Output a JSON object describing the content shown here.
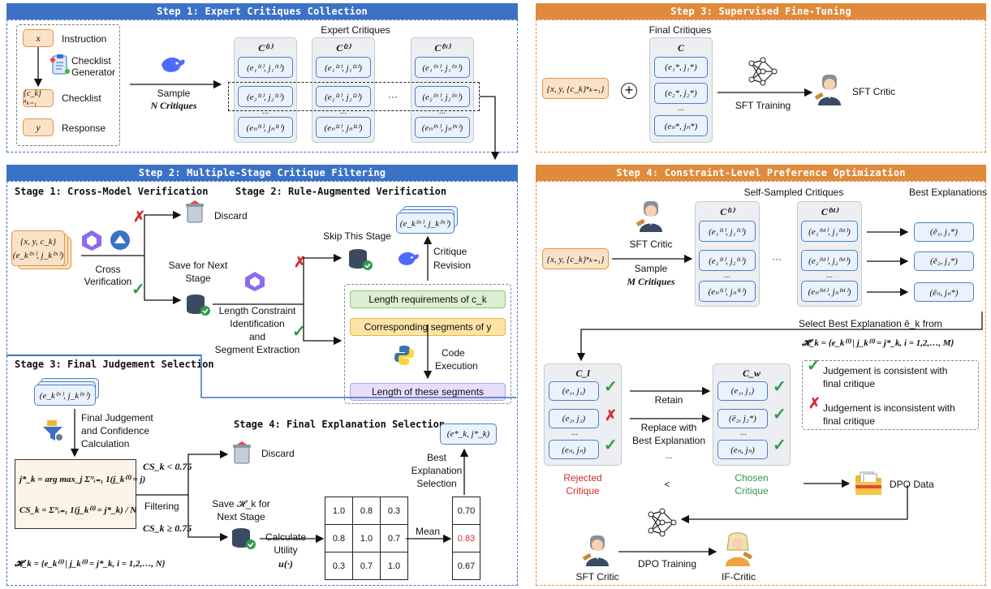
{
  "step1": {
    "header": "Step 1: Expert Critiques Collection",
    "x": "x",
    "instruction": "Instruction",
    "checklist_gen_1": "Checklist",
    "checklist_gen_2": "Generator",
    "ck": "{c_k}ⁿₖ₌₁",
    "checklist": "Checklist",
    "y": "y",
    "response": "Response",
    "sample_1": "Sample",
    "sample_2": "N Critiques",
    "expert": "Expert Critiques",
    "cols": [
      {
        "head": "C⁽¹⁾",
        "r1": "(e₁⁽¹⁾, j₁⁽¹⁾)",
        "r2": "(e₂⁽¹⁾, j₂⁽¹⁾)",
        "r3": "(eₙ⁽¹⁾, jₙ⁽¹⁾)"
      },
      {
        "head": "C⁽²⁾",
        "r1": "(e₁⁽²⁾, j₁⁽²⁾)",
        "r2": "(e₂⁽²⁾, j₂⁽²⁾)",
        "r3": "(eₙ⁽²⁾, jₙ⁽²⁾)"
      },
      {
        "head": "C⁽ᴺ⁾",
        "r1": "(e₁⁽ᴺ⁾, j₁⁽ᴺ⁾)",
        "r2": "(e₂⁽ᴺ⁾, j₂⁽ᴺ⁾)",
        "r3": "(eₙ⁽ᴺ⁾, jₙ⁽ᴺ⁾)"
      }
    ],
    "dots": "...",
    "ellipsis": "···"
  },
  "step2": {
    "header": "Step 2: Multiple-Stage Critique Filtering",
    "stage1": "Stage 1: Cross-Model Verification",
    "stage2": "Stage 2: Rule-Augmented Verification",
    "stage3": "Stage 3: Final Judgement Selection",
    "stage4": "Stage 4: Final Explanation Selection",
    "xyc": "{x, y, c_k}",
    "ejN": "(e_k⁽ᴺ⁾, j_k⁽ᴺ⁾)",
    "cross_1": "Cross",
    "cross_2": "Verification",
    "discard": "Discard",
    "save_1": "Save for Next",
    "save_2": "Stage",
    "skip": "Skip This Stage",
    "critique_1": "Critique",
    "critique_2": "Revision",
    "len_1": "Length Constraint",
    "len_2": "Identification",
    "len_3": "and",
    "len_4": "Segment Extraction",
    "box_a": "Length requirements of c_k",
    "box_b": "Corresponding segments of y",
    "code_1": "Code",
    "code_2": "Execution",
    "box_c": "Length of these segments",
    "fj_1": "Final Judgement",
    "fj_2": "and Confidence",
    "fj_3": "Calculation",
    "formula_j": "j*_k = arg max_j Σᴺᵢ₌₁ 1(j_k⁽ⁱ⁾ = j)",
    "formula_cs": "CS_k = Σᴺᵢ₌₁ 1(j_k⁽ⁱ⁾ = j*_k) / N",
    "filtering": "Filtering",
    "cs_lt": "CS_k < 0.75",
    "cs_ge": "CS_k ≥ 0.75",
    "discard2": "Discard",
    "save_h_1": "Save 𝓗_k for",
    "save_h_2": "Next Stage",
    "calc_1": "Calculate",
    "calc_2": "Utility",
    "calc_3": "u(·)",
    "h_formula": "𝓗_k = {e_k⁽ⁱ⁾ | j_k⁽ⁱ⁾ = j*_k, i = 1,2,…, N}",
    "matrix": [
      [
        "1.0",
        "0.8",
        "0.3"
      ],
      [
        "0.8",
        "1.0",
        "0.7"
      ],
      [
        "0.3",
        "0.7",
        "1.0"
      ]
    ],
    "mean": "Mean",
    "means": [
      "0.70",
      "0.83",
      "0.67"
    ],
    "best_1": "Best",
    "best_2": "Explanation",
    "best_3": "Selection",
    "best_out": "(e*_k, j*_k)"
  },
  "step3": {
    "header": "Step 3: Supervised Fine-Tuning",
    "input": "{x, y, {c_k}ⁿₖ₌₁}",
    "plus": "+",
    "final_title": "Final Critiques",
    "C": "C",
    "rows": [
      "(e₁*, j₁*)",
      "(e₂*, j₂*)",
      "(eₙ*, jₙ*)"
    ],
    "dots": "...",
    "sft_training": "SFT Training",
    "sft_critic": "SFT Critic"
  },
  "step4": {
    "header": "Step 4: Constraint-Level Preference Optimization",
    "input": "{x, y, {c_k}ⁿₖ₌₁}",
    "sft_critic": "SFT Critic",
    "sample_1": "Sample",
    "sample_2": "M Critiques",
    "self_title": "Self-Sampled Critiques",
    "best_title": "Best Explanations",
    "cols": [
      {
        "head": "C⁽¹⁾",
        "r1": "(e₁⁽¹⁾, j₁⁽¹⁾)",
        "r2": "(e₂⁽¹⁾, j₂⁽¹⁾)",
        "r3": "(eₙ⁽¹⁾, jₙ⁽¹⁾)"
      },
      {
        "head": "C⁽ᴹ⁾",
        "r1": "(e₁⁽ᴹ⁾, j₁⁽ᴹ⁾)",
        "r2": "(e₂⁽ᴹ⁾, j₂⁽ᴹ⁾)",
        "r3": "(eₙ⁽ᴹ⁾, jₙ⁽ᴹ⁾)"
      }
    ],
    "best": [
      "(ê₁, j₁*)",
      "(ê₂, j₂*)",
      "(êₙ, jₙ*)"
    ],
    "select_1": "Select Best Explanation ê_k from",
    "select_2": "𝓗̂_k = {e_k⁽ⁱ⁾ | j_k⁽ⁱ⁾ = j*_k, i = 1,2,…, M}",
    "cl": "C_l",
    "cw": "C_w",
    "cl_rows": [
      "(e₁, j₁)",
      "(e₂, j₂)",
      "(eₙ, jₙ)"
    ],
    "cw_rows": [
      "(e₁, j₁)",
      "(ê₂, j₂*)",
      "(eₙ, jₙ)"
    ],
    "retain": "Retain",
    "replace_1": "Replace with",
    "replace_2": "Best Explanation",
    "rejected_1": "Rejected",
    "rejected_2": "Critique",
    "chosen_1": "Chosen",
    "chosen_2": "Critique",
    "lt": "<",
    "legend_ok_1": "Judgement is consistent with",
    "legend_ok_2": "final critique",
    "legend_bad_1": "Judgement is inconsistent with",
    "legend_bad_2": "final critique",
    "dpo_data": "DPO Data",
    "dpo_training": "DPO Training",
    "sft_critic2": "SFT Critic",
    "if_critic": "IF-Critic",
    "ellipsis": "···"
  },
  "colors": {
    "blue": "#3c72c6",
    "orange": "#e08a3c",
    "green": "#2e9b4a",
    "red": "#d52d2d"
  }
}
